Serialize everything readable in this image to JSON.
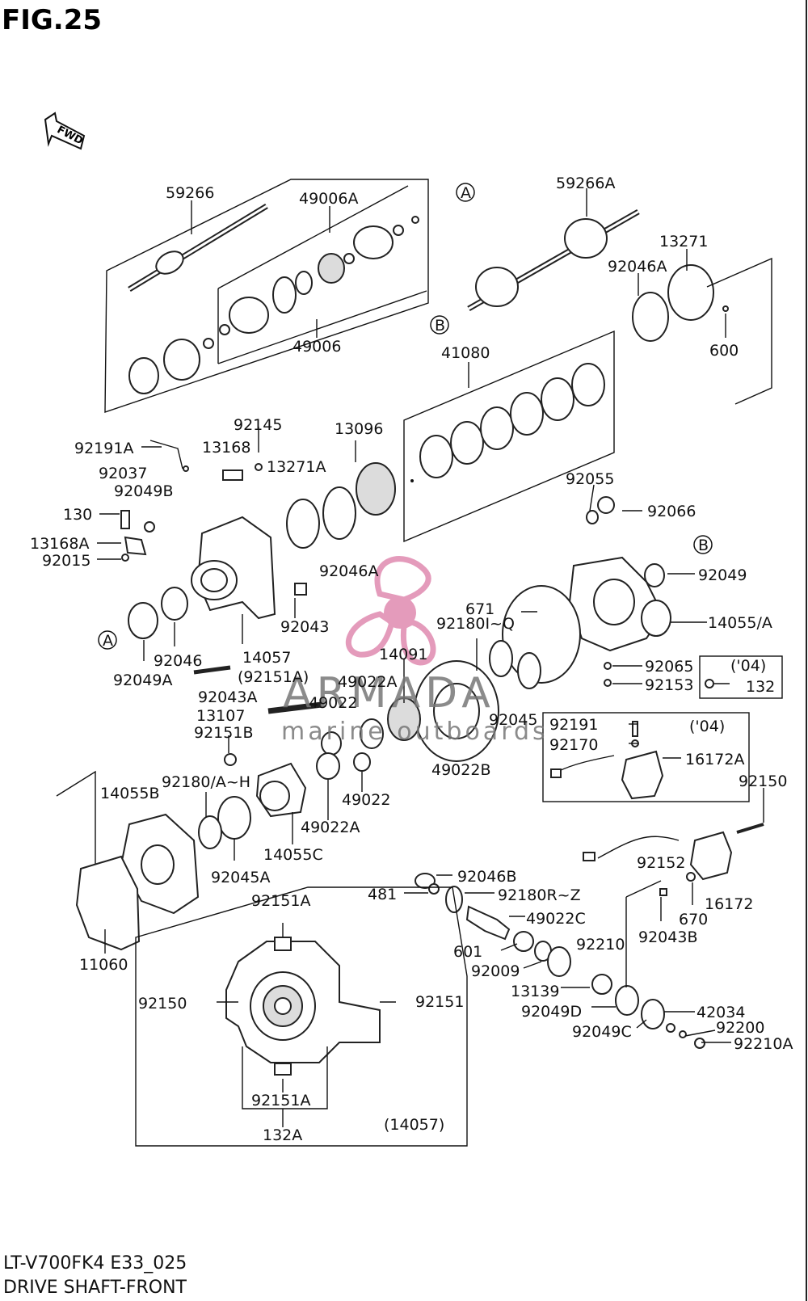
{
  "figure_title": "FIG.25",
  "footer": {
    "model_code": "LT-V700FK4 E33_025",
    "section_name": "DRIVE SHAFT-FRONT"
  },
  "fwd_label": "FWD",
  "circle_refs": {
    "a": "A",
    "b": "B"
  },
  "watermark": {
    "brand": "ARMADA",
    "tagline": "marine outboards",
    "color": "#e08ab0"
  },
  "inset_label": "(14057)",
  "year_note": "('04)",
  "parts": {
    "p59266": "59266",
    "p49006A": "49006A",
    "p49006": "49006",
    "p59266A": "59266A",
    "p13271": "13271",
    "p92046A_top": "92046A",
    "p600": "600",
    "p41080": "41080",
    "p92145": "92145",
    "p92191A": "92191A",
    "p13168": "13168",
    "p13271A": "13271A",
    "p13096": "13096",
    "p92037": "92037",
    "p92049B": "92049B",
    "p130": "130",
    "p13168A": "13168A",
    "p92015": "92015",
    "p92046A_mid": "92046A",
    "p92055": "92055",
    "p92066": "92066",
    "p92049": "92049",
    "p14055A": "14055/A",
    "p92043": "92043",
    "p671": "671",
    "p92180IQ": "92180I~Q",
    "p14091": "14091",
    "p92049A": "92049A",
    "p92046": "92046",
    "p14057": "14057",
    "p92151A_paren": "(92151A)",
    "p92065": "92065",
    "p92153": "92153",
    "p132": "132",
    "p92043A": "92043A",
    "p49022A_a": "49022A",
    "p49022_a": "49022",
    "p13107": "13107",
    "p92045": "92045",
    "p92151B": "92151B",
    "p49022B": "49022B",
    "p92191": "92191",
    "p92170": "92170",
    "p16172A": "16172A",
    "p14055B": "14055B",
    "p92180AH": "92180/A~H",
    "p49022_b": "49022",
    "p49022A_b": "49022A",
    "p14055C": "14055C",
    "p92045A": "92045A",
    "p92150_top": "92150",
    "p92046B": "92046B",
    "p481": "481",
    "p92180RZ": "92180R~Z",
    "p49022C": "49022C",
    "p92152": "92152",
    "p670": "670",
    "p16172": "16172",
    "p92043B": "92043B",
    "p601": "601",
    "p92210": "92210",
    "p92009": "92009",
    "p11060": "11060",
    "p13139": "13139",
    "p92049D": "92049D",
    "p42034": "42034",
    "p92049C": "92049C",
    "p92200": "92200",
    "p92210A": "92210A",
    "p92151A_inset_top": "92151A",
    "p92150_inset": "92150",
    "p92151_inset": "92151",
    "p92151A_inset_bot": "92151A",
    "p132A": "132A"
  }
}
